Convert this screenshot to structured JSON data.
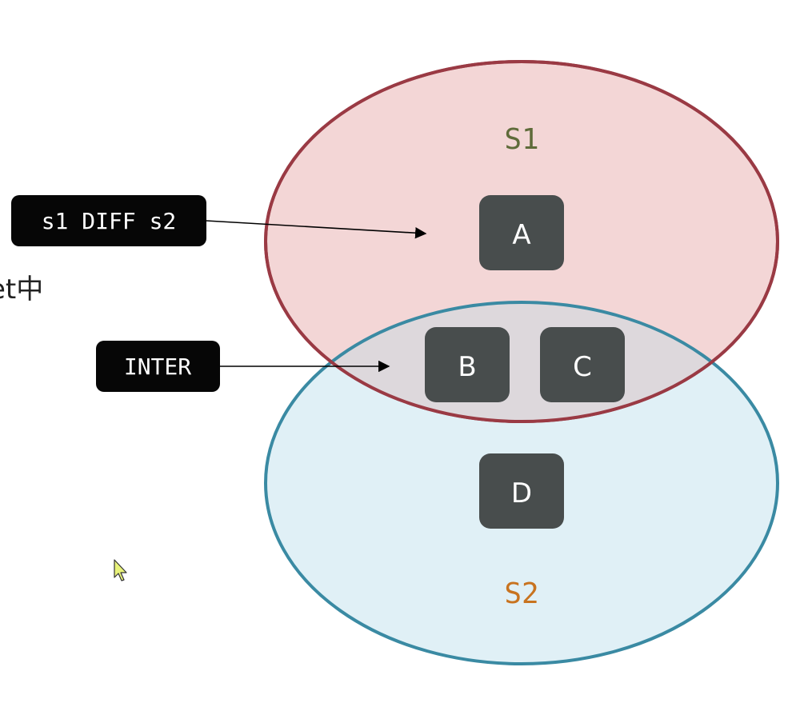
{
  "diagram": {
    "sets": {
      "s1": {
        "label": "S1",
        "label_color": "#5f6b3a",
        "fill": "#f3d6d6",
        "stroke": "#9a3a44"
      },
      "s2": {
        "label": "S2",
        "label_color": "#c8731f",
        "fill": "#e0f0f6",
        "stroke": "#3a8aa3"
      }
    },
    "intersection_fill": "#ddd8dc",
    "elements": [
      {
        "label": "A",
        "set": "s1"
      },
      {
        "label": "B",
        "set": "intersection"
      },
      {
        "label": "C",
        "set": "intersection"
      },
      {
        "label": "D",
        "set": "s2"
      }
    ],
    "element_fill": "#484d4d",
    "commands": [
      {
        "label": "s1 DIFF s2"
      },
      {
        "label": "INTER"
      }
    ],
    "command_fill": "#060606"
  },
  "side_text": "et中"
}
